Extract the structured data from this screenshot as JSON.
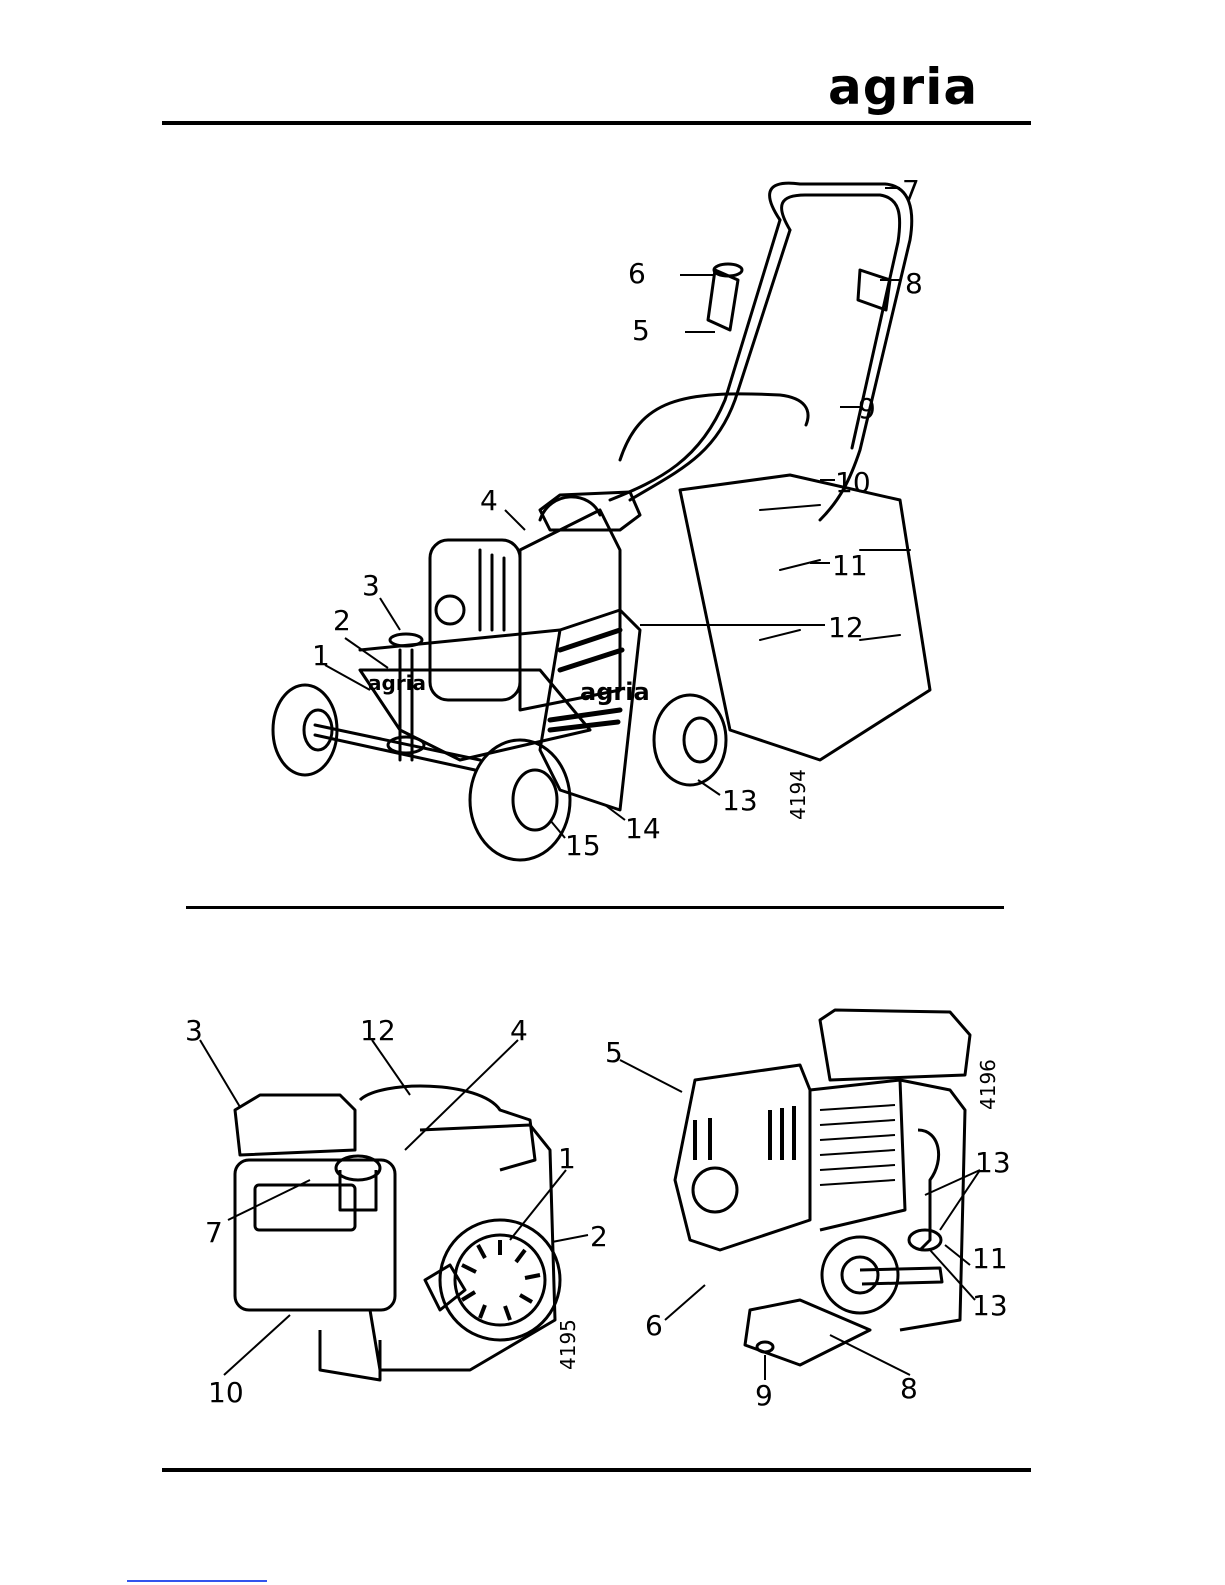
{
  "header": {
    "brand": "agria"
  },
  "figure_mower": {
    "code": "4194",
    "labels": [
      "1",
      "2",
      "3",
      "4",
      "5",
      "6",
      "7",
      "8",
      "9",
      "10",
      "11",
      "12",
      "13",
      "14",
      "15"
    ],
    "body_brand_front": "agria",
    "body_brand_side": "agria"
  },
  "figure_engine_left": {
    "code": "4195",
    "labels": [
      "3",
      "12",
      "4",
      "1",
      "7",
      "2",
      "10"
    ]
  },
  "figure_engine_right": {
    "code": "4196",
    "labels": [
      "5",
      "13",
      "11",
      "13",
      "6",
      "9",
      "8"
    ]
  }
}
